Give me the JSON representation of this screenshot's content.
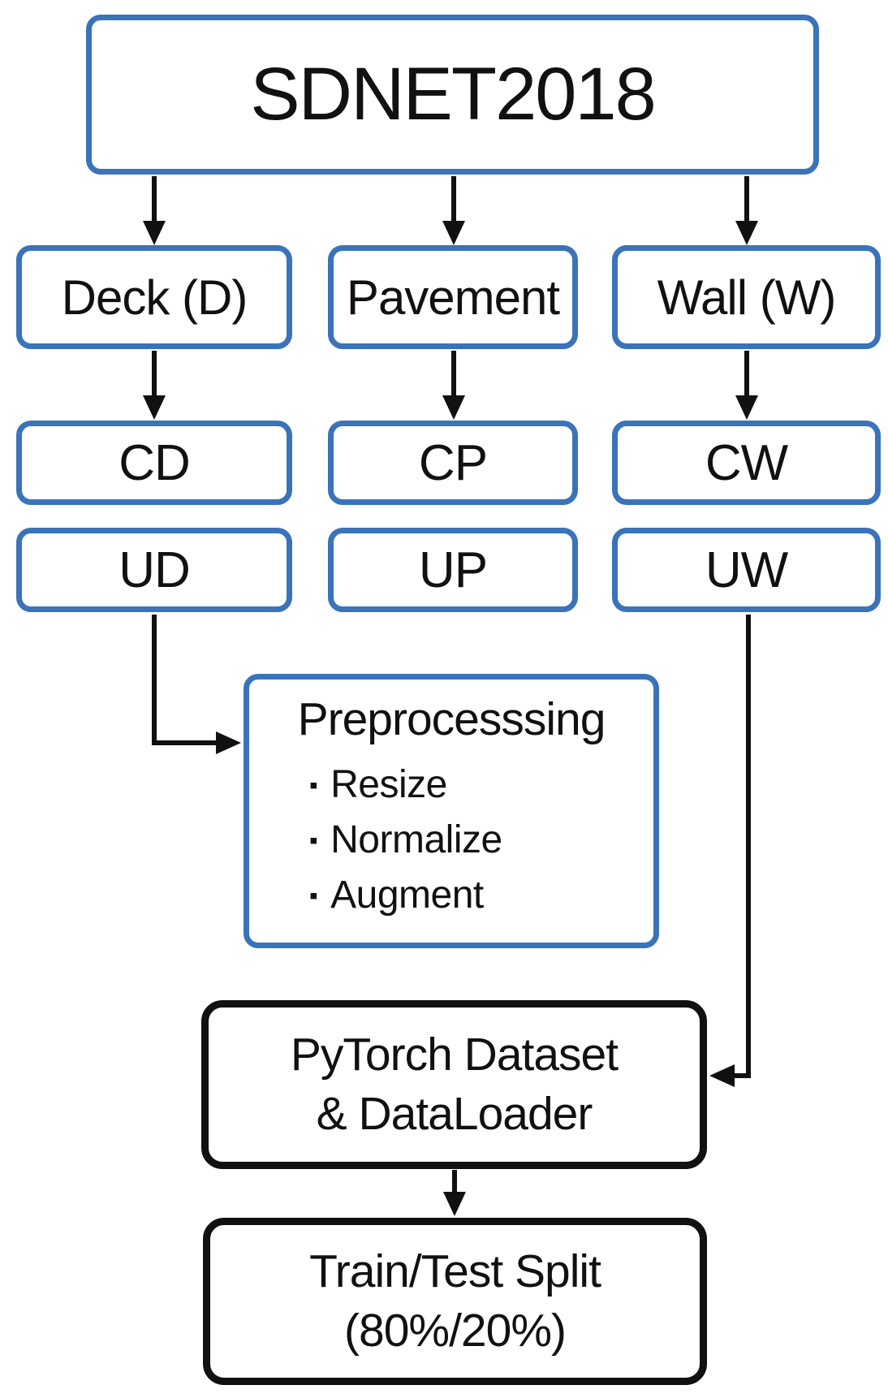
{
  "colors": {
    "box_border_blue": "#3B73B9",
    "box_border_black": "#111111",
    "arrow": "#111111",
    "text": "#111111",
    "background": "#ffffff"
  },
  "nodes": {
    "root": {
      "label": "SDNET2018"
    },
    "categories": [
      {
        "label": "Deck (D)"
      },
      {
        "label": "Pavement"
      },
      {
        "label": "Wall (W)"
      }
    ],
    "cracked": [
      {
        "label": "CD"
      },
      {
        "label": "CP"
      },
      {
        "label": "CW"
      }
    ],
    "uncracked": [
      {
        "label": "UD"
      },
      {
        "label": "UP"
      },
      {
        "label": "UW"
      }
    ],
    "preprocessing": {
      "title": "Preprocesssing",
      "bullet_icon": "▪",
      "items": [
        "Resize",
        "Normalize",
        "Augment"
      ]
    },
    "dataset": {
      "line1": "PyTorch Dataset",
      "line2": "& DataLoader"
    },
    "split": {
      "line1": "Train/Test Split",
      "line2": "(80%/20%)"
    }
  }
}
